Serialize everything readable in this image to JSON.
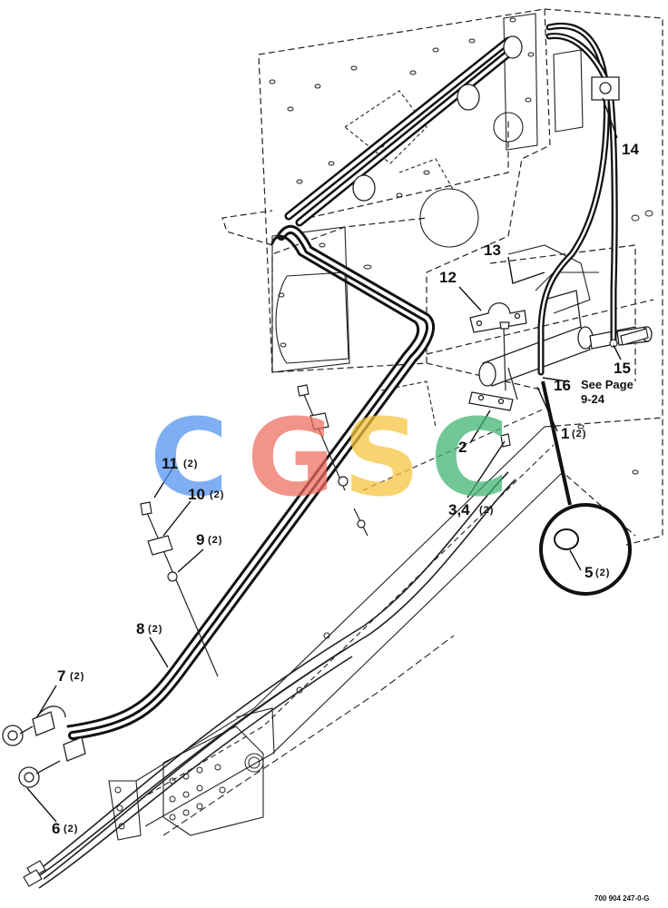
{
  "callouts": {
    "c1": {
      "num": "1",
      "qty": "(2)"
    },
    "c2": {
      "num": "2"
    },
    "c34": {
      "num": "3,4",
      "qty": "(2)"
    },
    "c5": {
      "num": "5",
      "qty": "(2)"
    },
    "c6": {
      "num": "6",
      "qty": "(2)"
    },
    "c7": {
      "num": "7",
      "qty": "(2)"
    },
    "c8": {
      "num": "8",
      "qty": "(2)"
    },
    "c9": {
      "num": "9",
      "qty": "(2)"
    },
    "c10": {
      "num": "10",
      "qty": "(2)"
    },
    "c11": {
      "num": "11",
      "qty": "(2)"
    },
    "c12": {
      "num": "12"
    },
    "c13": {
      "num": "13"
    },
    "c14": {
      "num": "14"
    },
    "c15": {
      "num": "15"
    },
    "c16": {
      "num": "16",
      "note_line1": "See Page",
      "note_line2": "9-24"
    }
  },
  "drawing_number": "700 904 247-0-G",
  "watermark": {
    "letters": [
      "C",
      "G",
      "S",
      "C"
    ],
    "colors": [
      "#4f8ff2",
      "#ee6b5e",
      "#f6c339",
      "#3bb36e"
    ]
  }
}
